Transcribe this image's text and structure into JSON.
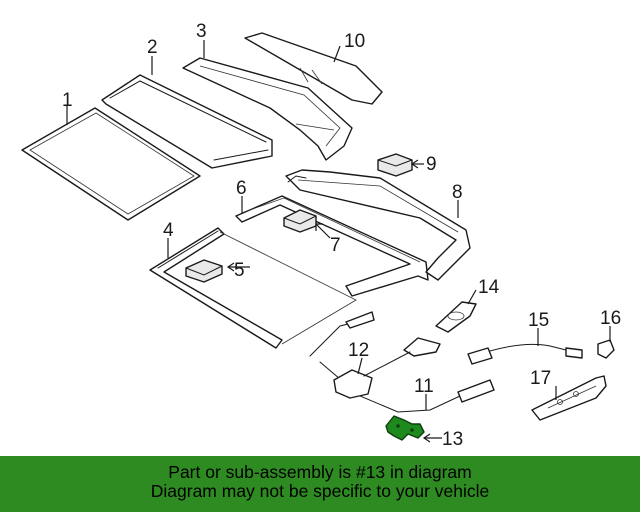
{
  "diagram": {
    "callouts": {
      "c1": "1",
      "c2": "2",
      "c3": "3",
      "c4": "4",
      "c5": "5",
      "c6": "6",
      "c7": "7",
      "c8": "8",
      "c9": "9",
      "c10": "10",
      "c11": "11",
      "c12": "12",
      "c13": "13",
      "c14": "14",
      "c15": "15",
      "c16": "16",
      "c17": "17"
    },
    "highlight_color": "#1e8a1e"
  },
  "banner": {
    "line1": "Part or sub-assembly is #13 in diagram",
    "line2": "Diagram may not be specific to your vehicle",
    "background": "#2e8b22"
  }
}
